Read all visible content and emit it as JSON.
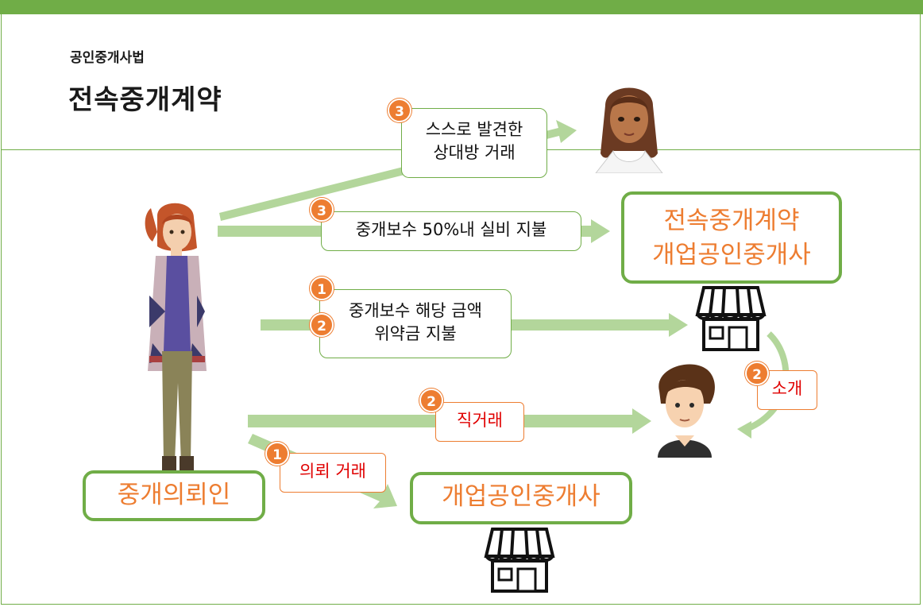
{
  "header": {
    "subject": "공인중개사법",
    "title": "전속중개계약"
  },
  "labels": {
    "self_found": {
      "line1": "스스로 발견한",
      "line2": "상대방 거래",
      "badge": "3"
    },
    "fee_half": {
      "text": "중개보수 50%내 실비 지불",
      "badge": "3"
    },
    "fee_penalty": {
      "line1": "중개보수 해당 금액",
      "line2": "위약금 지불",
      "badge1": "1",
      "badge2": "2"
    },
    "direct_deal": {
      "text": "직거래",
      "badge": "2"
    },
    "introduce": {
      "text": "소개",
      "badge": "2"
    },
    "request_deal": {
      "text": "의뢰 거래",
      "badge": "1"
    }
  },
  "boxes": {
    "exclusive_agent": {
      "line1": "전속중개계약",
      "line2": "개업공인중개사"
    },
    "client": "중개의뢰인",
    "open_agent": "개업공인중개사"
  },
  "colors": {
    "accent_green": "#70ad47",
    "arrow_green": "#b3d69b",
    "orange": "#ed7d31",
    "red_text": "#e00000"
  }
}
